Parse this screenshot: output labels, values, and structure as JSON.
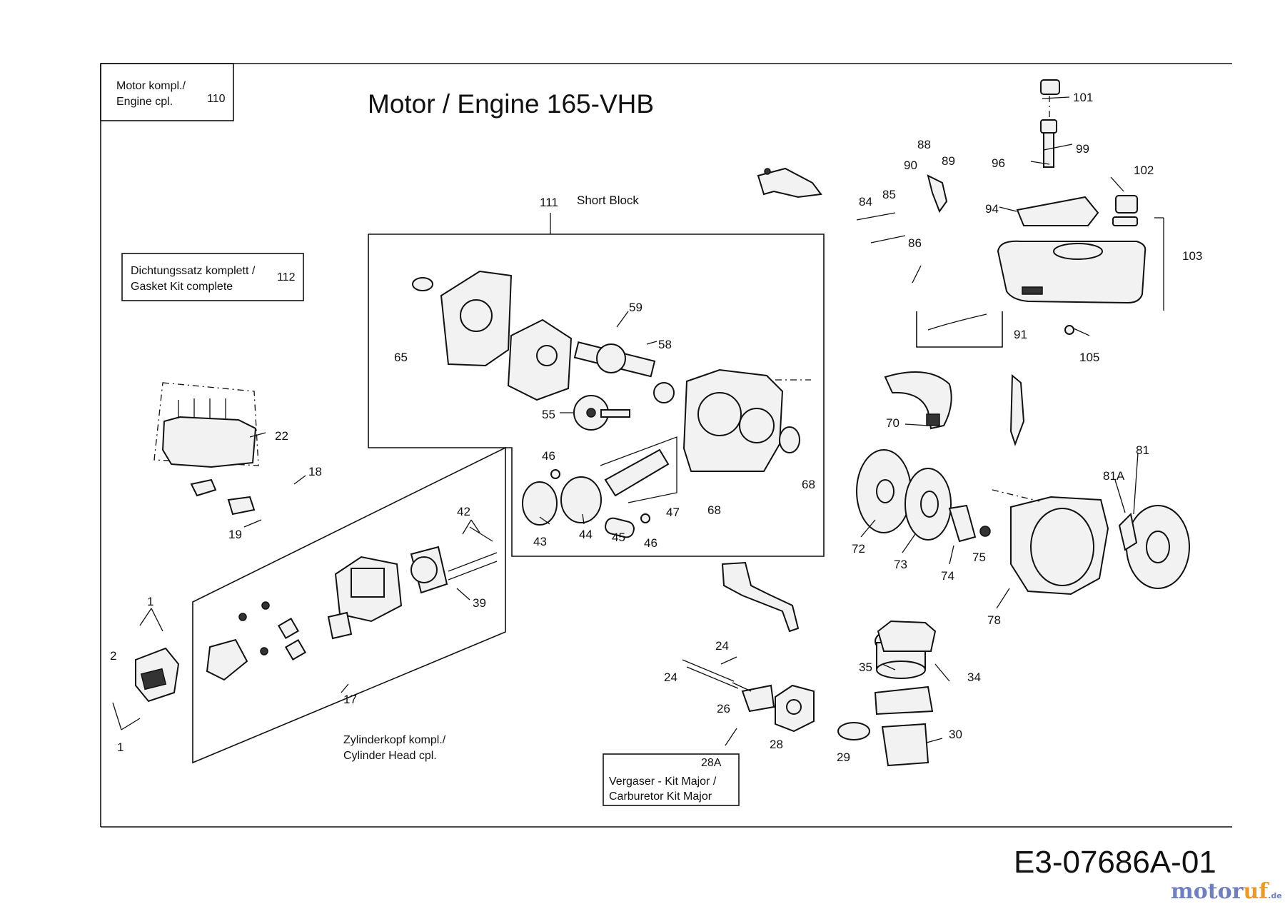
{
  "title": "Motor / Engine 165-VHB",
  "drawing_code": "E3-07686A-01",
  "watermark": "motoruf.de",
  "boxes": {
    "engine_complete": {
      "line1": "Motor kompl./",
      "line2": "Engine cpl.",
      "number": "110"
    },
    "gasket_kit": {
      "line1": "Dichtungssatz komplett /",
      "line2": "Gasket Kit complete",
      "number": "112"
    },
    "short_block": {
      "number": "111",
      "label": "Short Block"
    },
    "cylinder_head": {
      "number": "17",
      "line1": "Zylinderkopf kompl./",
      "line2": "Cylinder Head cpl."
    },
    "carburetor_kit": {
      "number": "28A",
      "line1": "Vergaser - Kit Major /",
      "line2": "Carburetor Kit Major"
    }
  },
  "callouts": {
    "c101": "101",
    "c99": "99",
    "c96": "96",
    "c102": "102",
    "c94": "94",
    "c103": "103",
    "c88": "88",
    "c89": "89",
    "c90": "90",
    "c84": "84",
    "c85": "85",
    "c86": "86",
    "c91": "91",
    "c105": "105",
    "c59": "59",
    "c58": "58",
    "c65": "65",
    "c55": "55",
    "c46a": "46",
    "c46b": "46",
    "c47": "47",
    "c68a": "68",
    "c68b": "68",
    "c43": "43",
    "c44": "44",
    "c45": "45",
    "c22": "22",
    "c18": "18",
    "c19": "19",
    "c42": "42",
    "c39": "39",
    "c1a": "1",
    "c1b": "1",
    "c2": "2",
    "c70": "70",
    "c81": "81",
    "c81a": "81A",
    "c72": "72",
    "c73": "73",
    "c74": "74",
    "c75": "75",
    "c78": "78",
    "c24a": "24",
    "c24b": "24",
    "c26": "26",
    "c28": "28",
    "c29": "29",
    "c30": "30",
    "c34": "34",
    "c35": "35"
  }
}
